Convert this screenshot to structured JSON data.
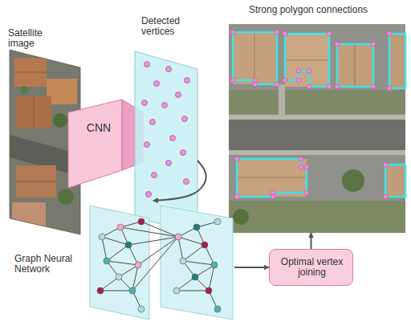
{
  "diagram": {
    "nodes": [
      {
        "text": [
          "Satellite image"
        ]
      },
      {
        "text": [
          "CNN"
        ]
      },
      {
        "text": [
          "Detected vertices"
        ]
      },
      {
        "text": [
          "Graph Neural Network"
        ]
      },
      {
        "text": [
          "Optimal vertex joining"
        ]
      },
      {
        "text": [
          "Strong polygon connections"
        ]
      }
    ],
    "edges": [
      {
        "from": 2,
        "to": 3,
        "arrow": "to"
      },
      {
        "from": 3,
        "to": 4,
        "arrow": "to"
      },
      {
        "from": 4,
        "to": 5,
        "arrow": "to"
      }
    ]
  }
}
